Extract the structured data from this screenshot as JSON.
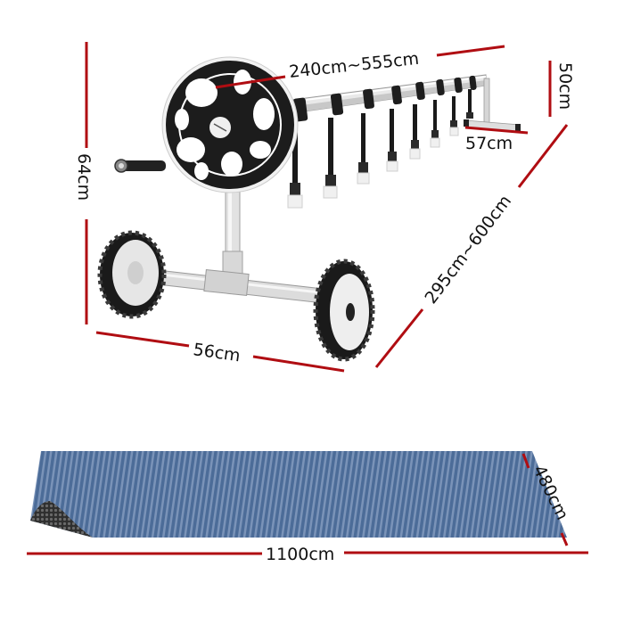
{
  "diagram": {
    "title": "Pool cover roller reel with solar cover dimensions",
    "accent_color": "#b00d12",
    "cover_color": "#4c6c98",
    "cover_underside_color": "#3a3a3a",
    "reel": {
      "name": "Pool cover roller reel",
      "parts": [
        "hand-wheel",
        "crank-handle",
        "telescopic-tube",
        "straps",
        "wheels",
        "t-stand"
      ],
      "strap_count": 9
    },
    "cover": {
      "name": "Bubble solar pool cover"
    },
    "dimensions": {
      "reel_tube_length": "240cm~555cm",
      "stand_height_right": "50cm",
      "stand_height_left": "64cm",
      "base_width_left": "56cm",
      "base_width_right": "57cm",
      "adjustable_span": "295cm~600cm",
      "cover_width": "480cm",
      "cover_length": "1100cm"
    }
  }
}
